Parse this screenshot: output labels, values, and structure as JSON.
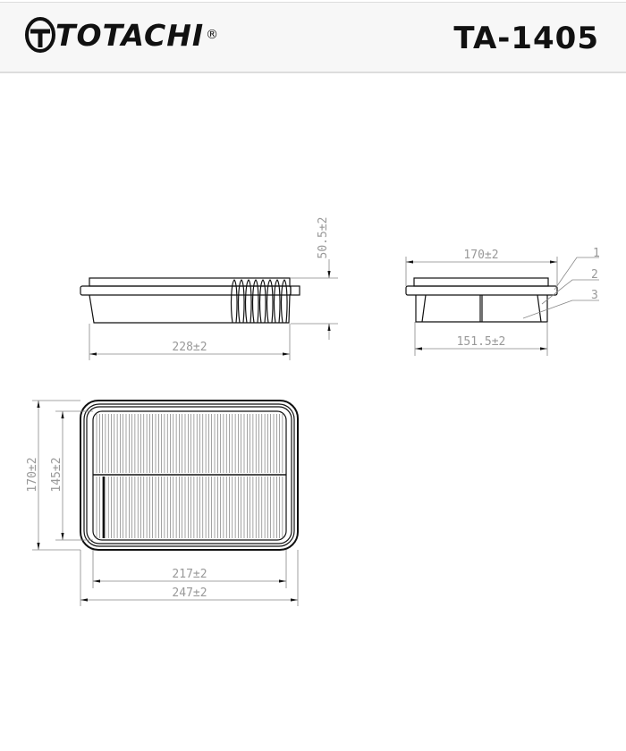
{
  "header": {
    "brand": "TOTACHI",
    "registered": "®",
    "part_number": "TA-1405"
  },
  "side_view": {
    "height_dim": "50.5±2",
    "length_dim": "228±2"
  },
  "end_view": {
    "top_dim": "170±2",
    "bottom_dim": "151.5±2",
    "callouts": [
      "1",
      "2",
      "3"
    ]
  },
  "top_view": {
    "outer_height_dim": "170±2",
    "inner_height_dim": "145±2",
    "inner_width_dim": "217±2",
    "outer_width_dim": "247±2"
  },
  "colors": {
    "line": "#111111",
    "dim": "#999999"
  }
}
